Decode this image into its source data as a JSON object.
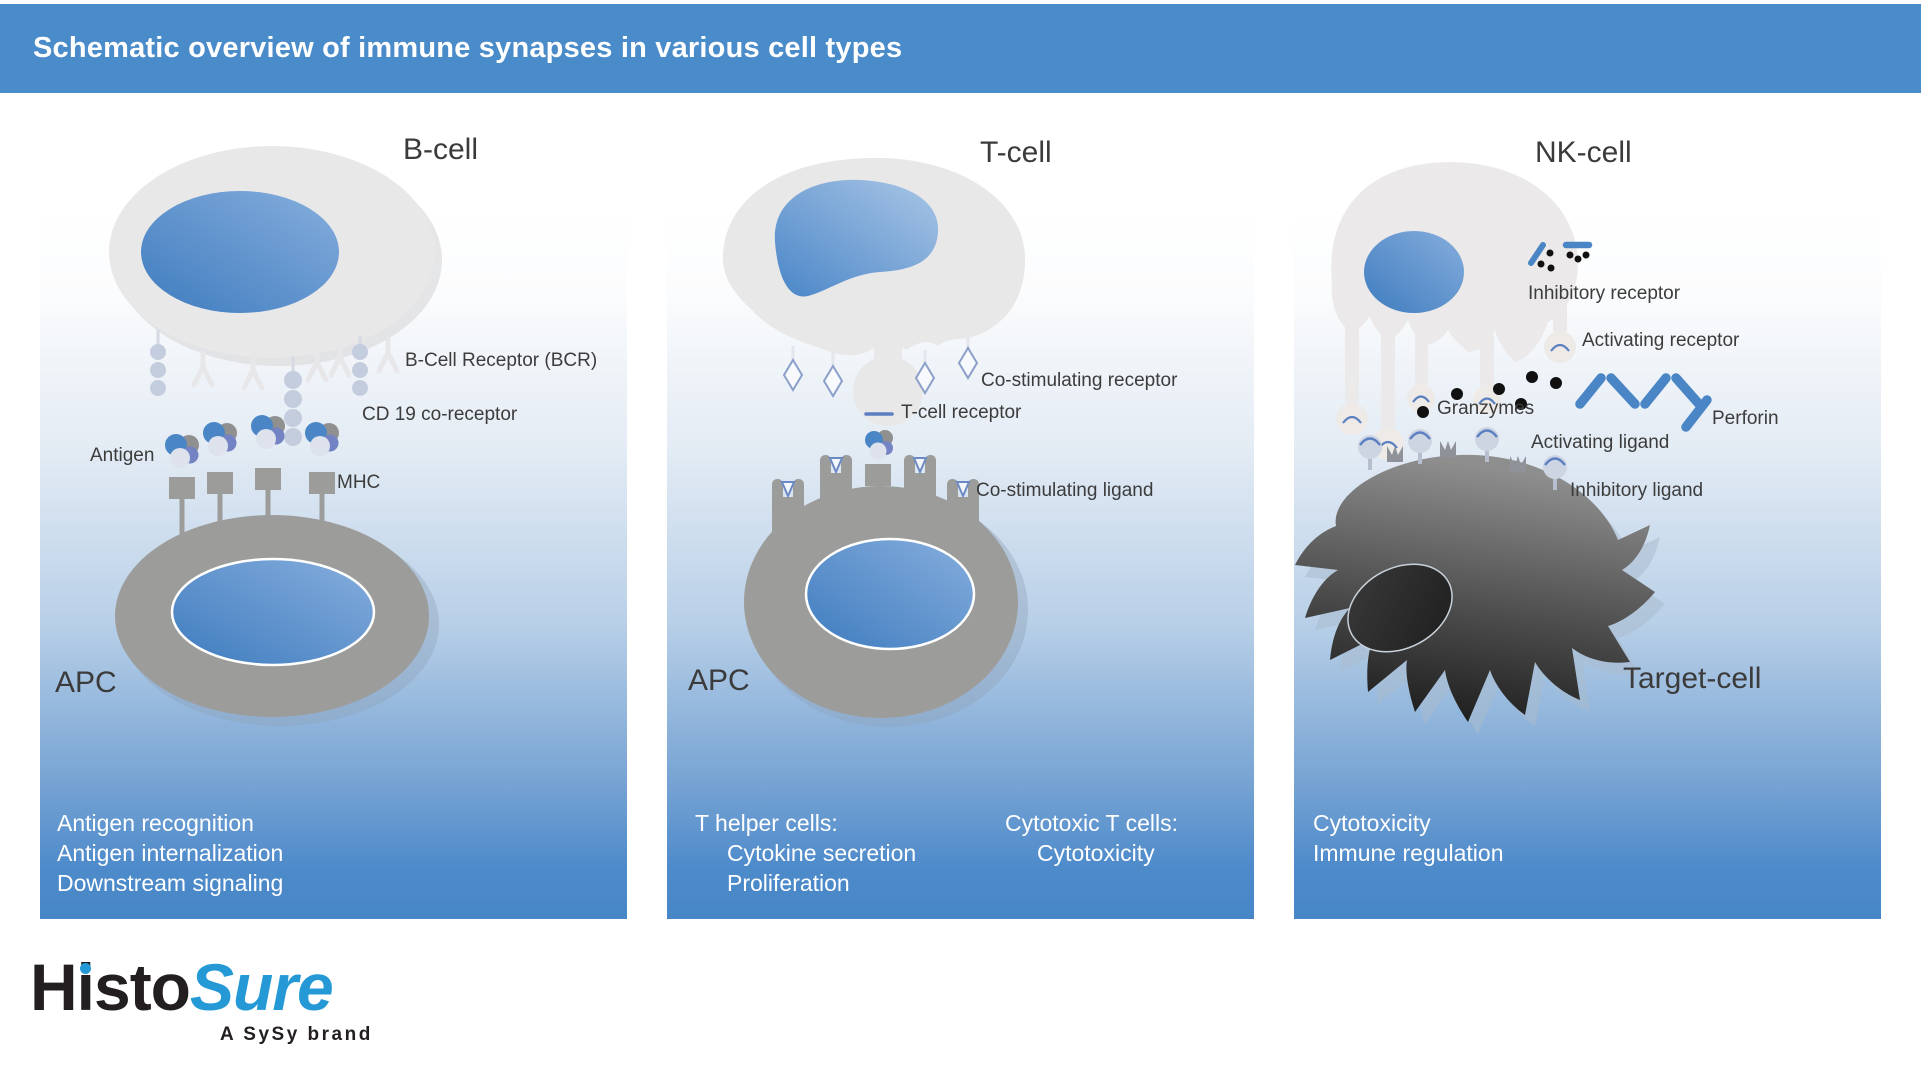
{
  "header": {
    "title": "Schematic overview of immune synapses in various cell types"
  },
  "panel_b": {
    "title": "B-cell",
    "apc": "APC",
    "receptor_bcr": "B-Cell Receptor (BCR)",
    "receptor_cd19": "CD 19  co-receptor",
    "antigen": "Antigen",
    "mhc": "MHC",
    "functions": [
      "Antigen recognition",
      "Antigen internalization",
      "Downstream signaling"
    ]
  },
  "panel_t": {
    "title": "T-cell",
    "apc": "APC",
    "costim_receptor": "Co-stimulating receptor",
    "tcr": "T-cell receptor",
    "costim_ligand": "Co-stimulating ligand",
    "helper_title": "T helper cells:",
    "helper_items": [
      "Cytokine secretion",
      "Proliferation"
    ],
    "cytotoxic_title": "Cytotoxic T cells:",
    "cytotoxic_items": [
      "Cytotoxicity"
    ]
  },
  "panel_nk": {
    "title": "NK-cell",
    "target": "Target-cell",
    "inhibitory_receptor": "Inhibitory receptor",
    "activating_receptor": "Activating receptor",
    "granzymes": "Granzymes",
    "perforin": "Perforin",
    "activating_ligand": "Activating ligand",
    "inhibitory_ligand": "Inhibitory ligand",
    "functions": [
      "Cytotoxicity",
      "Immune regulation"
    ]
  },
  "logo": {
    "part1": "Histo",
    "part2": "Sure",
    "tagline": "A SySy brand"
  },
  "colors": {
    "header_bg": "#4a8bca",
    "panel_blue": "#4787c7",
    "cell_gray": "#e8e8e9",
    "apc_gray": "#9c9c9b",
    "nucleus_blue": "#4a86c6",
    "accent_blue": "#5b7fc0",
    "logo_blue": "#2499d6",
    "target_dark": "#1c1c1c",
    "granzyme_black": "#111111"
  }
}
